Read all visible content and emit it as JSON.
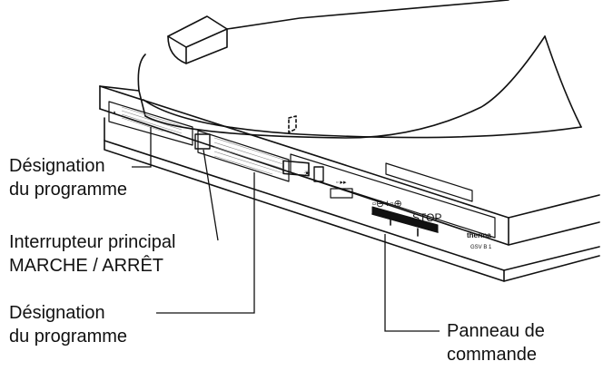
{
  "labels": {
    "program_designation_top": {
      "line1": "Désignation",
      "line2": "du programme"
    },
    "main_switch": {
      "line1": "Interrupteur principal",
      "line2": "MARCHE / ARRÊT"
    },
    "program_designation_bottom": {
      "line1": "Désignation",
      "line2": "du programme"
    },
    "control_panel": {
      "line1": "Panneau de",
      "line2": "commande"
    }
  },
  "device_markings": {
    "stop": "STOP",
    "brand": "therma",
    "model": "GSV B 1"
  }
}
